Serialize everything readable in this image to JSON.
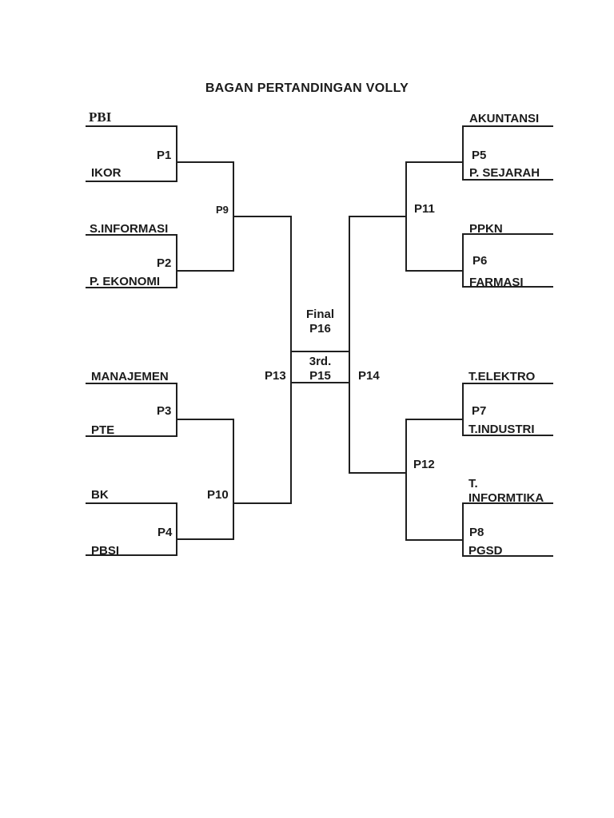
{
  "title": "BAGAN PERTANDINGAN VOLLY",
  "left_bracket": {
    "round1": [
      {
        "label": "P1",
        "top_team": "PBI",
        "bottom_team": "IKOR"
      },
      {
        "label": "P2",
        "top_team": "S.INFORMASI",
        "bottom_team": "P. EKONOMI"
      },
      {
        "label": "P3",
        "top_team": "MANAJEMEN",
        "bottom_team": "PTE"
      },
      {
        "label": "P4",
        "top_team": "BK",
        "bottom_team": "PBSI"
      }
    ],
    "semifinals": [
      {
        "label": "P9"
      },
      {
        "label": "P10"
      }
    ],
    "final": {
      "label": "P13"
    }
  },
  "right_bracket": {
    "round1": [
      {
        "label": "P5",
        "top_team": "AKUNTANSI",
        "bottom_team": "P. SEJARAH"
      },
      {
        "label": "P6",
        "top_team": "PPKN",
        "bottom_team": "FARMASI"
      },
      {
        "label": "P7",
        "top_team": "T.ELEKTRO",
        "bottom_team": "T.INDUSTRI"
      },
      {
        "label": "P8",
        "top_team": "T.\nINFORMTIKA",
        "bottom_team": "PGSD"
      }
    ],
    "semifinals": [
      {
        "label": "P11"
      },
      {
        "label": "P12"
      }
    ],
    "final": {
      "label": "P14"
    }
  },
  "center": {
    "final_title": "Final",
    "final_match": "P16",
    "third_title": "3rd.",
    "third_match": "P15"
  },
  "colors": {
    "line": "#1f1f1f",
    "text": "#1b1b1b",
    "background": "#ffffff"
  }
}
